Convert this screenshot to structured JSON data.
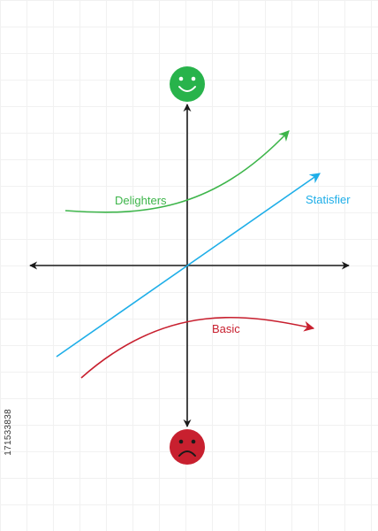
{
  "labels": {
    "delighters": "Delighters",
    "satisfier": "Statisfier",
    "basic": "Basic"
  },
  "stock_id": "171533838",
  "icons": {
    "top": "happy-face-icon",
    "bottom": "sad-face-icon"
  },
  "colors": {
    "axis": "#1a1a1a",
    "delighters": "#3db54a",
    "satisfier": "#1eaee8",
    "basic": "#c8202f",
    "happy_face": "#28b34b",
    "sad_face": "#c8202f"
  }
}
